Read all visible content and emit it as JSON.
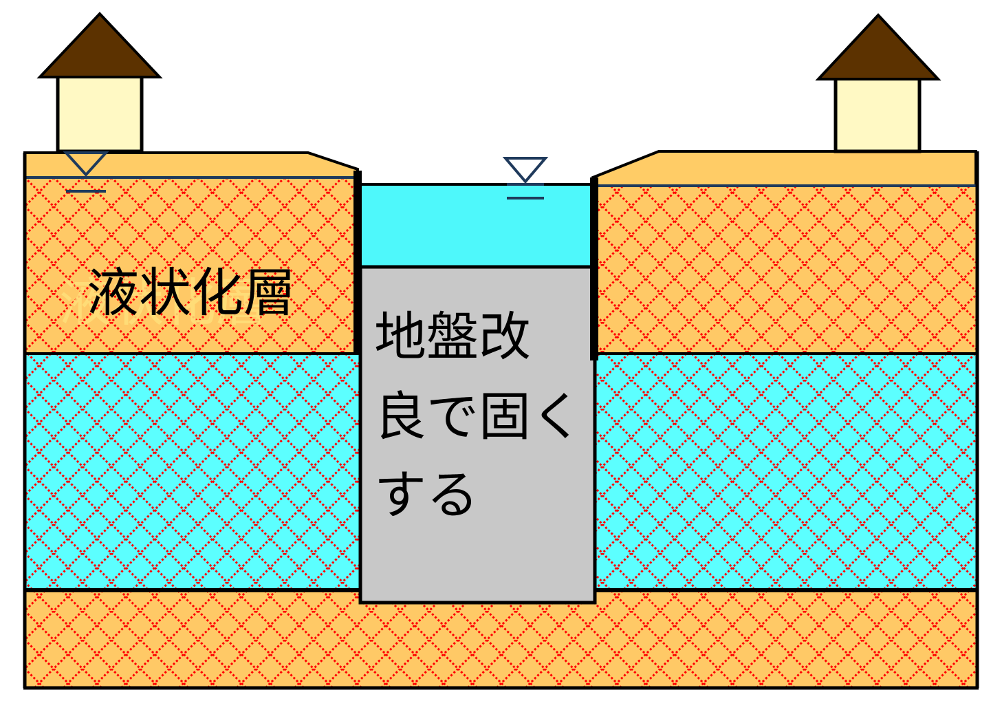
{
  "diagram": {
    "liquefaction_layer_label": "液状化層",
    "improvement_label_lines": [
      "地盤改",
      "良で固く",
      "する"
    ],
    "colors": {
      "sand_base": "#ffc966",
      "water_layer_base": "#5cffff",
      "pattern_dots": "#ff0000",
      "top_soil": "#ffcc66",
      "channel_water": "#4ef8fb",
      "improved_ground": "#c8c8c8",
      "roof": "#5c3200",
      "house_wall": "#fff9c4",
      "water_table_line": "#1f3a5c",
      "outline": "#000000"
    },
    "icons": [
      "house-left-icon",
      "house-right-icon",
      "water-level-marker-left-icon",
      "water-level-marker-center-icon"
    ]
  }
}
